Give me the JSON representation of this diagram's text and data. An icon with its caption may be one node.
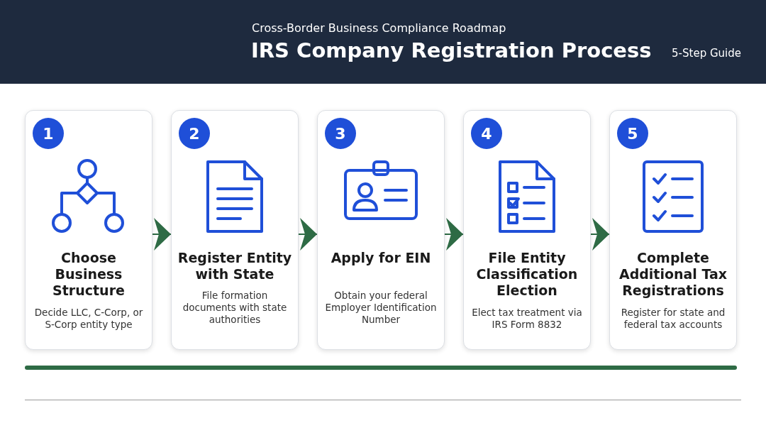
{
  "diagram": {
    "title": "IRS Company Registration Process",
    "nodes": [
      {
        "text": [
          "Choose Business Structure",
          "Decide LLC, C-Corp, or S-Corp entity type"
        ]
      },
      {
        "text": [
          "1"
        ],
        "in": 0
      },
      {
        "text": [
          "Register Entity with State",
          "File formation documents with state authorities"
        ]
      },
      {
        "text": [
          "2"
        ],
        "in": 2
      },
      {
        "text": [
          "Apply for EIN",
          "Obtain your federal Employer Identification Number"
        ]
      },
      {
        "text": [
          "3"
        ],
        "in": 4
      },
      {
        "text": [
          "File Entity Classification Election",
          "Elect tax treatment via IRS Form 8832"
        ]
      },
      {
        "text": [
          "4"
        ],
        "in": 6
      },
      {
        "text": [
          "Complete Additional Tax Registrations",
          "Register for state and federal tax accounts"
        ]
      },
      {
        "text": [
          "5"
        ],
        "in": 8
      }
    ],
    "edges": [
      {
        "from": 0,
        "to": 2,
        "arrow": "to"
      },
      {
        "from": 2,
        "to": 4,
        "arrow": "to"
      },
      {
        "from": 4,
        "to": 6,
        "arrow": "to"
      },
      {
        "from": 6,
        "to": 8,
        "arrow": "to"
      }
    ],
    "labels": [
      "Cross-Border Business Compliance Roadmap",
      "5-Step Guide"
    ]
  }
}
